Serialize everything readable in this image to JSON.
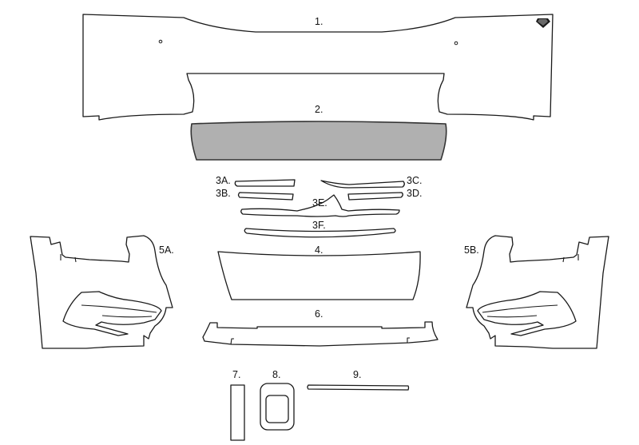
{
  "labels": {
    "p1": "1.",
    "p2": "2.",
    "p3a": "3A.",
    "p3b": "3B.",
    "p3c": "3C.",
    "p3d": "3D.",
    "p3e": "3E.",
    "p3f": "3F.",
    "p4": "4.",
    "p5a": "5A.",
    "p5b": "5B.",
    "p6": "6.",
    "p7": "7.",
    "p8": "8.",
    "p9": "9."
  },
  "icons": {
    "brand": "diamond-logo-icon"
  },
  "colors": {
    "stroke": "#1a1a1a",
    "highlight_fill": "#b0b0b0",
    "background": "#ffffff"
  }
}
